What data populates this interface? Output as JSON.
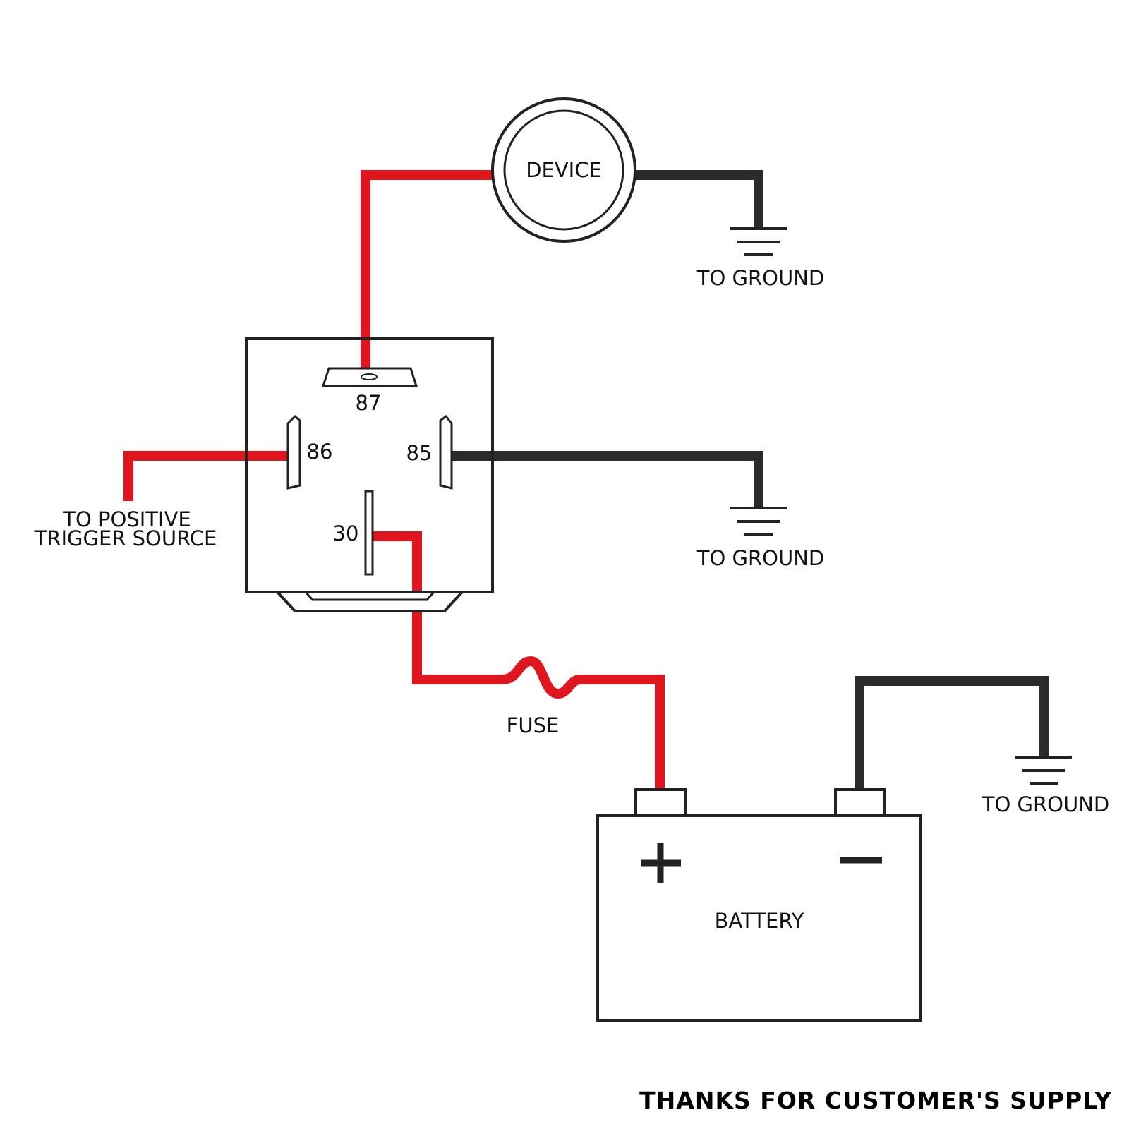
{
  "labels": {
    "device": "DEVICE",
    "ground_device": "TO GROUND",
    "ground_relay": "TO GROUND",
    "ground_battery": "TO GROUND",
    "trigger_line1": "TO POSITIVE",
    "trigger_line2": "TRIGGER SOURCE",
    "fuse": "FUSE",
    "battery": "BATTERY",
    "plus": "+",
    "minus": "−"
  },
  "relay_pins": {
    "p87": "87",
    "p86": "86",
    "p85": "85",
    "p30": "30"
  },
  "footer": "THANKS FOR CUSTOMER'S SUPPLY",
  "colors": {
    "positive_wire": "#e0161e",
    "ground_wire": "#2b2b2b",
    "outline": "#222222"
  }
}
